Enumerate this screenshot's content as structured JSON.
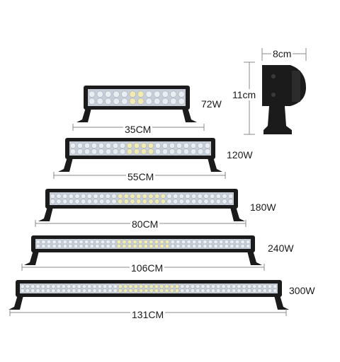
{
  "colors": {
    "housing": "#1b1b1b",
    "lens": "#c7ced8",
    "led": "#e9eef3",
    "led_spot": "#f2ecb0",
    "dimension_line": "#8a8a8a"
  },
  "products": [
    {
      "watt_label": "72W",
      "length_label": "35CM",
      "led_columns": 12
    },
    {
      "watt_label": "120W",
      "length_label": "55CM",
      "led_columns": 20
    },
    {
      "watt_label": "180W",
      "length_label": "80CM",
      "led_columns": 30
    },
    {
      "watt_label": "240W",
      "length_label": "106CM",
      "led_columns": 40
    },
    {
      "watt_label": "300W",
      "length_label": "131CM",
      "led_columns": 50
    }
  ],
  "side_view": {
    "width_label": "8cm",
    "height_label": "11cm"
  }
}
